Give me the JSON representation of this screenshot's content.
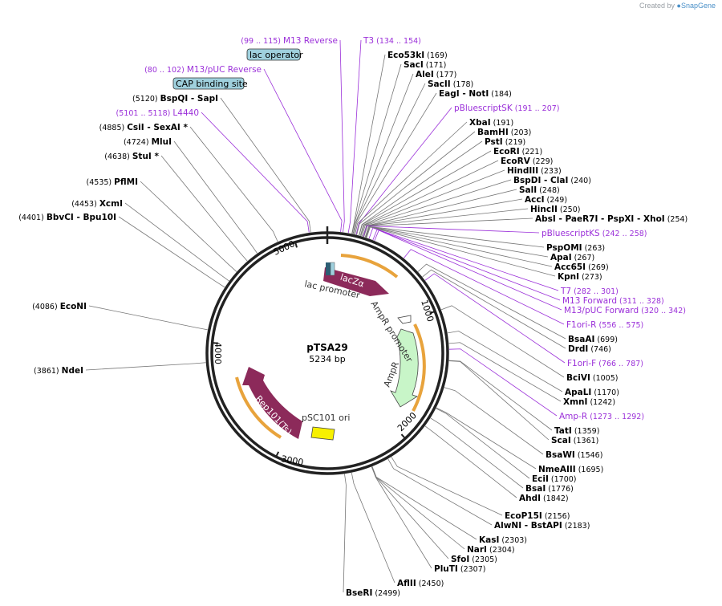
{
  "credit": {
    "prefix": "Created by",
    "brand": "SnapGene"
  },
  "plasmid": {
    "name": "pTSA29",
    "length": "5234 bp"
  },
  "ruler": [
    "1000",
    "2000",
    "3000",
    "4000",
    "5000"
  ],
  "features": [
    {
      "name": "lacZα",
      "kind": "lacz"
    },
    {
      "name": "AmpR",
      "kind": "ampr"
    },
    {
      "name": "Rep101(Ts)",
      "kind": "rep"
    },
    {
      "name": "lac promoter",
      "kind": "label"
    },
    {
      "name": "AmpR promoter",
      "kind": "label"
    },
    {
      "name": "pSC101 ori",
      "kind": "label"
    }
  ],
  "callouts": [
    {
      "name": "lac operator",
      "type": "box"
    },
    {
      "name": "CAP binding site",
      "type": "box"
    }
  ],
  "sites": [
    {
      "name": "Eco53kI",
      "pos": "(169)",
      "c": "k"
    },
    {
      "name": "SacI",
      "pos": "(171)",
      "c": "k"
    },
    {
      "name": "AleI",
      "pos": "(177)",
      "c": "k"
    },
    {
      "name": "SacII",
      "pos": "(178)",
      "c": "k"
    },
    {
      "name": "EagI - NotI",
      "pos": "(184)",
      "c": "k"
    },
    {
      "name": "pBluescriptSK",
      "pos": "(191 .. 207)",
      "c": "p"
    },
    {
      "name": "XbaI",
      "pos": "(191)",
      "c": "k"
    },
    {
      "name": "BamHI",
      "pos": "(203)",
      "c": "k"
    },
    {
      "name": "PstI",
      "pos": "(219)",
      "c": "k"
    },
    {
      "name": "EcoRI",
      "pos": "(221)",
      "c": "k"
    },
    {
      "name": "EcoRV",
      "pos": "(229)",
      "c": "k"
    },
    {
      "name": "HindIII",
      "pos": "(233)",
      "c": "k"
    },
    {
      "name": "BspDI - ClaI",
      "pos": "(240)",
      "c": "k"
    },
    {
      "name": "SalI",
      "pos": "(248)",
      "c": "k"
    },
    {
      "name": "AccI",
      "pos": "(249)",
      "c": "k"
    },
    {
      "name": "HincII",
      "pos": "(250)",
      "c": "k"
    },
    {
      "name": "AbsI - PaeR7I - PspXI - XhoI",
      "pos": "(254)",
      "c": "k"
    },
    {
      "name": "pBluescriptKS",
      "pos": "(242 .. 258)",
      "c": "p"
    },
    {
      "name": "PspOMI",
      "pos": "(263)",
      "c": "k"
    },
    {
      "name": "ApaI",
      "pos": "(267)",
      "c": "k"
    },
    {
      "name": "Acc65I",
      "pos": "(269)",
      "c": "k"
    },
    {
      "name": "KpnI",
      "pos": "(273)",
      "c": "k"
    },
    {
      "name": "T7",
      "pos": "(282 .. 301)",
      "c": "p"
    },
    {
      "name": "M13 Forward",
      "pos": "(311 .. 328)",
      "c": "p"
    },
    {
      "name": "M13/pUC Forward",
      "pos": "(320 .. 342)",
      "c": "p"
    },
    {
      "name": "F1ori-R",
      "pos": "(556 .. 575)",
      "c": "p"
    },
    {
      "name": "BsaAI",
      "pos": "(699)",
      "c": "k"
    },
    {
      "name": "DrdI",
      "pos": "(746)",
      "c": "k"
    },
    {
      "name": "F1ori-F",
      "pos": "(766 .. 787)",
      "c": "p"
    },
    {
      "name": "BciVI",
      "pos": "(1005)",
      "c": "k"
    },
    {
      "name": "ApaLI",
      "pos": "(1170)",
      "c": "k"
    },
    {
      "name": "XmnI",
      "pos": "(1242)",
      "c": "k"
    },
    {
      "name": "Amp-R",
      "pos": "(1273 .. 1292)",
      "c": "p"
    },
    {
      "name": "TatI",
      "pos": "(1359)",
      "c": "k"
    },
    {
      "name": "ScaI",
      "pos": "(1361)",
      "c": "k"
    },
    {
      "name": "BsaWI",
      "pos": "(1546)",
      "c": "k"
    },
    {
      "name": "NmeAIII",
      "pos": "(1695)",
      "c": "k"
    },
    {
      "name": "EciI",
      "pos": "(1700)",
      "c": "k"
    },
    {
      "name": "BsaI",
      "pos": "(1776)",
      "c": "k"
    },
    {
      "name": "AhdI",
      "pos": "(1842)",
      "c": "k"
    },
    {
      "name": "EcoP15I",
      "pos": "(2156)",
      "c": "k"
    },
    {
      "name": "AlwNI - BstAPI",
      "pos": "(2183)",
      "c": "k"
    },
    {
      "name": "KasI",
      "pos": "(2303)",
      "c": "k"
    },
    {
      "name": "NarI",
      "pos": "(2304)",
      "c": "k"
    },
    {
      "name": "SfoI",
      "pos": "(2305)",
      "c": "k"
    },
    {
      "name": "PluTI",
      "pos": "(2307)",
      "c": "k"
    },
    {
      "name": "AflII",
      "pos": "(2450)",
      "c": "k"
    },
    {
      "name": "BseRI",
      "pos": "(2499)",
      "c": "k"
    },
    {
      "name": "NdeI",
      "pos": "(3861)",
      "c": "k"
    },
    {
      "name": "EcoNI",
      "pos": "(4086)",
      "c": "k"
    },
    {
      "name": "BbvCI - Bpu10I",
      "pos": "(4401)",
      "c": "k"
    },
    {
      "name": "XcmI",
      "pos": "(4453)",
      "c": "k"
    },
    {
      "name": "PflMI",
      "pos": "(4535)",
      "c": "k"
    },
    {
      "name": "StuI *",
      "pos": "(4638)",
      "c": "k"
    },
    {
      "name": "MluI",
      "pos": "(4724)",
      "c": "k"
    },
    {
      "name": "CsiI - SexAI *",
      "pos": "(4885)",
      "c": "k"
    },
    {
      "name": "L4440",
      "pos": "(5101 .. 5118)",
      "c": "p"
    },
    {
      "name": "BspQI - SapI",
      "pos": "(5120)",
      "c": "k"
    },
    {
      "name": "M13/pUC Reverse",
      "pos": "(80 .. 102)",
      "c": "p"
    },
    {
      "name": "M13 Reverse",
      "pos": "(99 .. 115)",
      "c": "p"
    },
    {
      "name": "T3",
      "pos": "(134 .. 154)",
      "c": "p"
    }
  ],
  "colors": {
    "purple": "#9b30d9",
    "feature": "#8c2a5a",
    "orange": "#e8a33c",
    "ampr": "#c8f5c8",
    "ori": "#f7f000",
    "box": "#9fd0dd"
  }
}
